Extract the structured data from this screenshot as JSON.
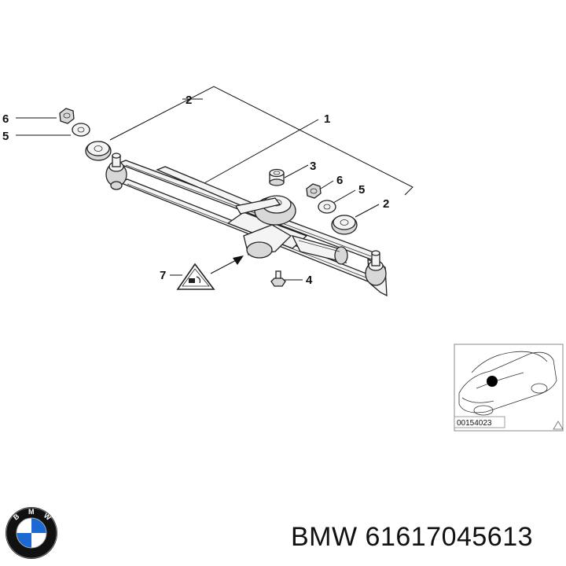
{
  "callouts": {
    "c1": "1",
    "c2a": "2",
    "c2b": "2",
    "c3": "3",
    "c4": "4",
    "c5a": "5",
    "c5b": "5",
    "c6a": "6",
    "c6b": "6",
    "c7": "7"
  },
  "inset": {
    "code": "00154023"
  },
  "footer": {
    "part_number": "BMW 61617045613"
  },
  "logo": {
    "lettering": "BMW"
  },
  "colors": {
    "line": "#222222",
    "logo_blue": "#1c69d4",
    "logo_ring": "#111111"
  }
}
